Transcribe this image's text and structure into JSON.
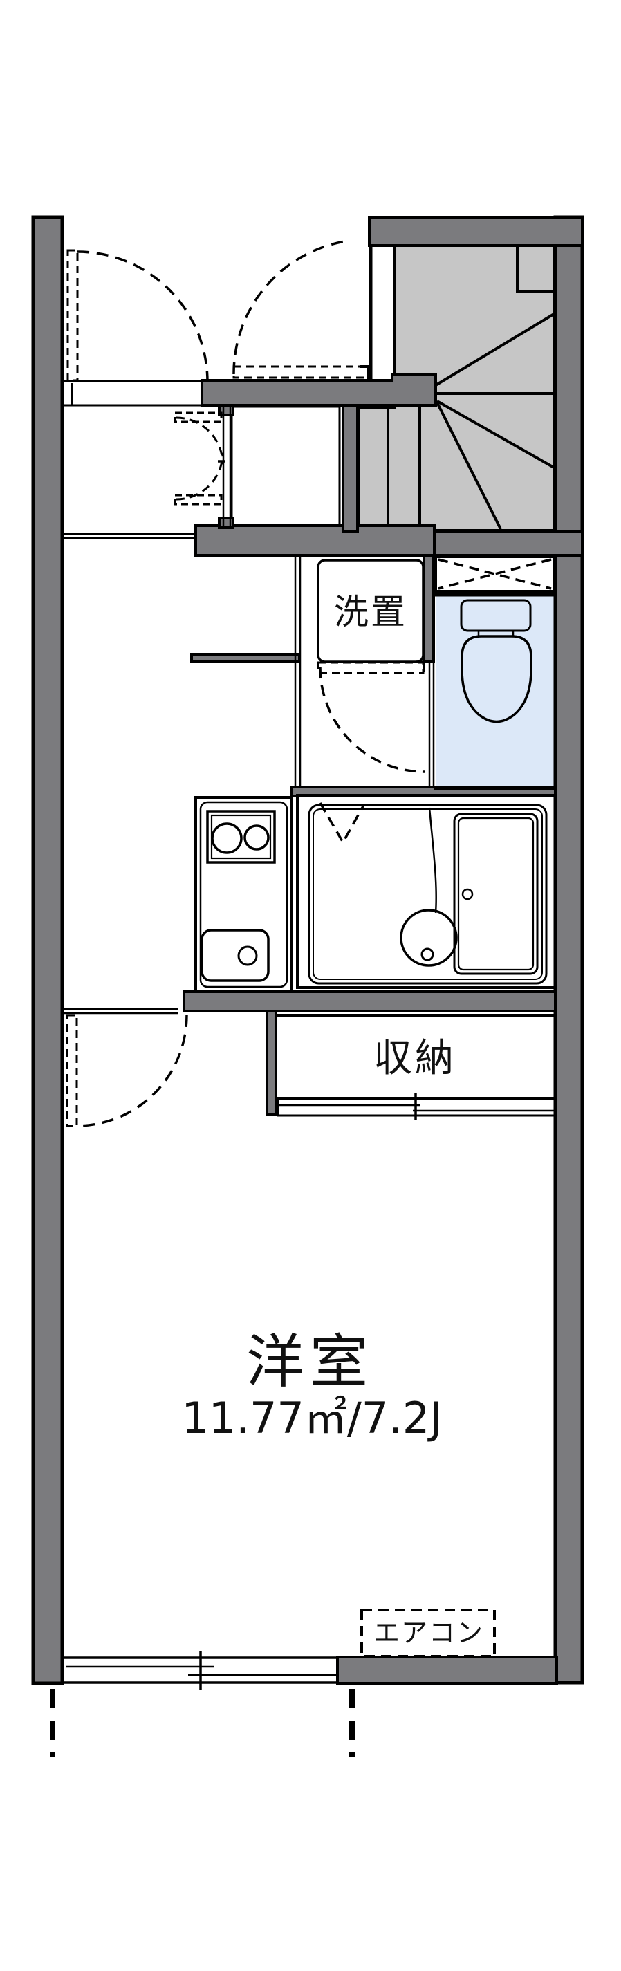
{
  "plan": {
    "type": "japanese-apartment-floor-plan",
    "labels": {
      "washer": "洗置",
      "storage": "収納",
      "room_name": "洋室",
      "room_area": "11.77㎡/7.2J",
      "aircon": "エアコン"
    },
    "colors": {
      "wall_gray": "#7b7b7e",
      "stair_gray": "#c6c6c6",
      "fixture_blue": "#dce8f8",
      "closet_cream": "#fcf2da",
      "line_black": "#000000",
      "background": "#ffffff"
    }
  }
}
